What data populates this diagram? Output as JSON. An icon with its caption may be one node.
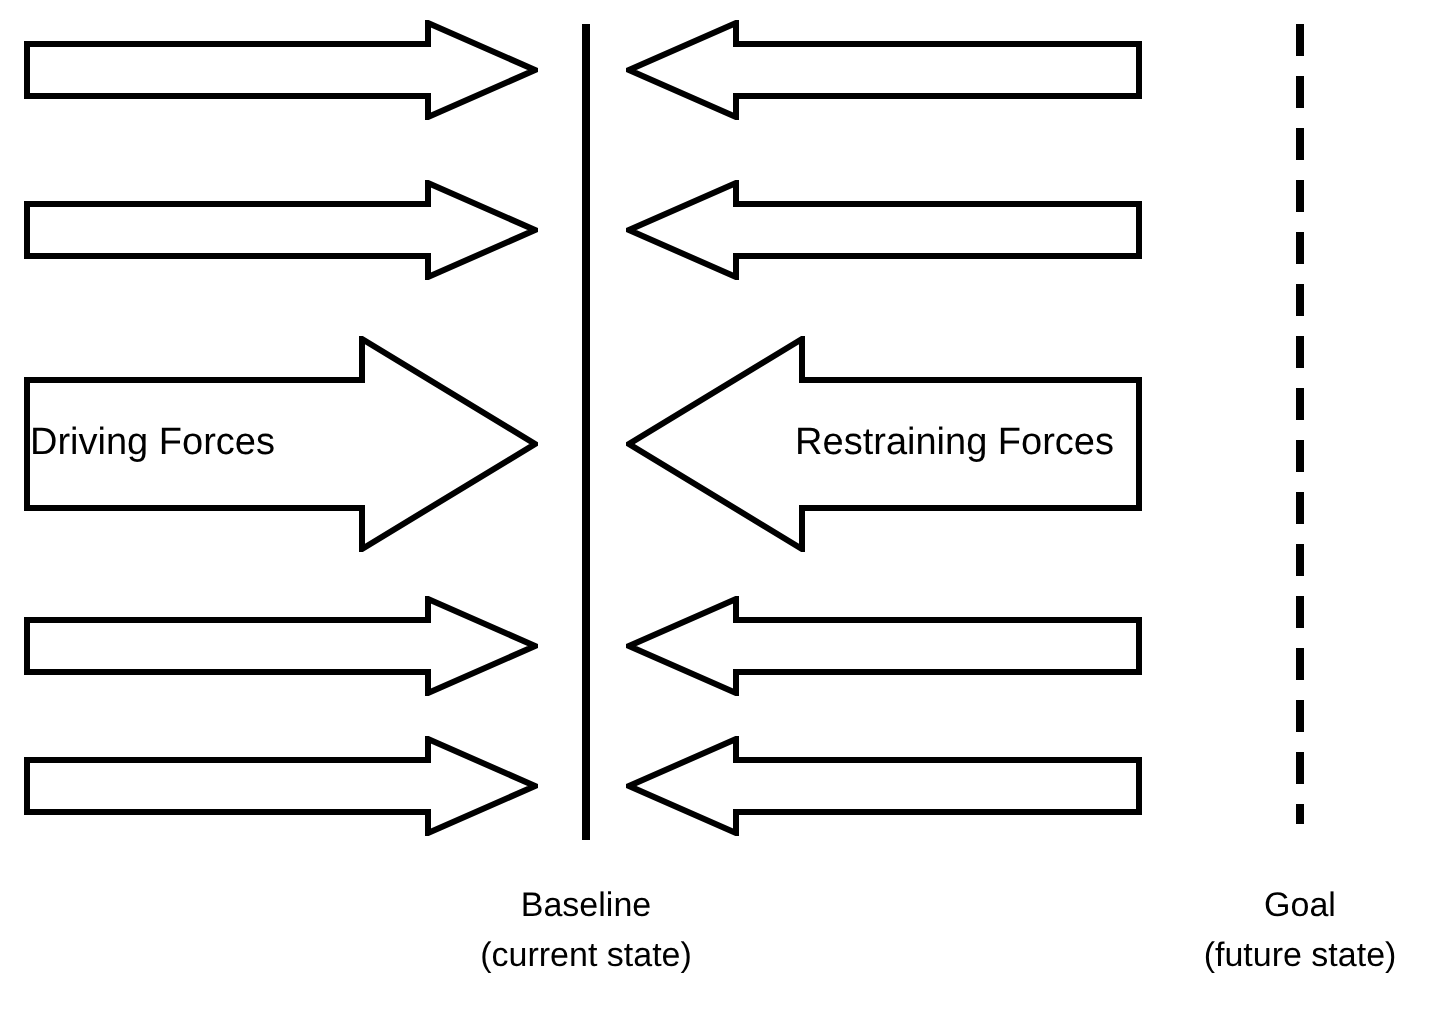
{
  "diagram": {
    "nodes": [
      {
        "text": [],
        "shape": "arrow"
      },
      {
        "text": [],
        "shape": "arrow"
      },
      {
        "text": [],
        "shape": "arrow"
      },
      {
        "text": [],
        "shape": "arrow"
      },
      {
        "text": [
          "Driving Forces"
        ]
      },
      {
        "text": [
          "Restraining Forces"
        ]
      },
      {
        "text": [],
        "shape": "arrow"
      },
      {
        "text": [],
        "shape": "arrow"
      },
      {
        "text": [],
        "shape": "arrow"
      },
      {
        "text": [],
        "shape": "arrow"
      }
    ],
    "edges": [],
    "labels": [
      "Baseline (current state)",
      "Goal (future state)"
    ]
  }
}
